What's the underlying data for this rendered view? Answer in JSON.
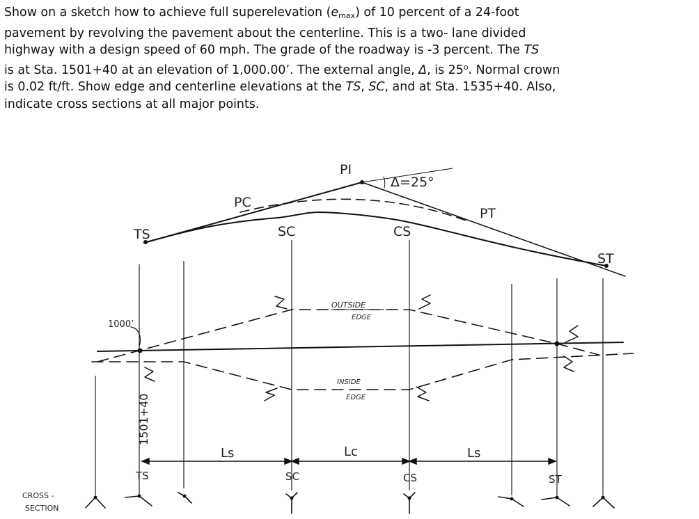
{
  "problem": {
    "line1": [
      "Show on a sketch how to achieve full superelevation (",
      "e",
      "max",
      ") of 10 percent of a 24-foot"
    ],
    "line2": "pavement by revolving the pavement about the centerline.  This is a two- lane divided",
    "line3": "highway with a design speed of 60 mph.  The grade of the roadway is -3 percent.  The ",
    "line3_em": "TS",
    "line4": [
      "is at Sta. 1501+40 at an elevation of 1,000.00’.  The external angle, ",
      "Δ",
      ", is 25",
      "o",
      ".  Normal crown"
    ],
    "line5": [
      "is 0.02 ft/ft.  Show edge and centerline elevations at the ",
      "TS",
      ", ",
      "SC",
      ", and at Sta. 1535+40.  Also,"
    ],
    "line6": "indicate cross sections at all major points."
  },
  "sketch": {
    "plan_labels": {
      "pi": "PI",
      "delta": "Δ=25°",
      "pc": "PC",
      "pt": "PT",
      "ts": "TS",
      "sc": "SC",
      "cs": "CS",
      "st": "ST"
    },
    "profile_labels": {
      "elevation_1000": "1000’",
      "outside_edge_1": "OUTSIDE",
      "outside_edge_2": "EDGE",
      "inside_edge_1": "INSIDE",
      "inside_edge_2": "EDGE",
      "station": "1501+40"
    },
    "length_labels": {
      "ls_left": "Ls",
      "lc": "Lc",
      "ls_right": "Ls"
    },
    "bottom_labels": {
      "ts": "TS",
      "sc": "SC",
      "cs": "CS",
      "st": "ST"
    },
    "cross_section_1": "CROSS -",
    "cross_section_2": "SECTION"
  }
}
